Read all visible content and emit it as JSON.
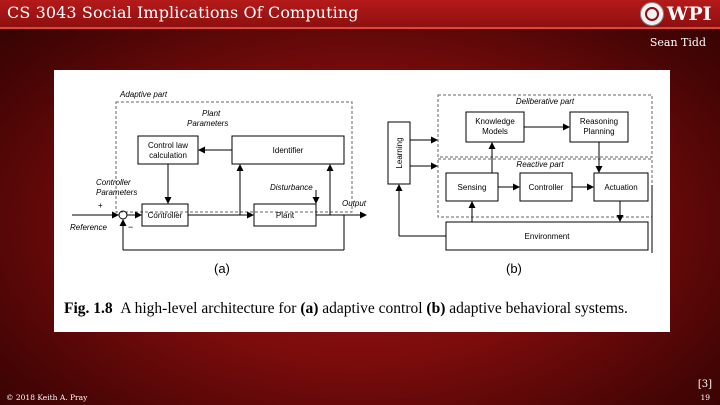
{
  "header": {
    "course_title": "CS 3043 Social Implications Of Computing",
    "logo_text": "WPI",
    "logo_icon": "wpi-seal-icon"
  },
  "author": "Sean Tidd",
  "figure": {
    "diagram_a": {
      "adaptive_part": "Adaptive part",
      "plant_parameters_1": "Plant",
      "plant_parameters_2": "Parameters",
      "control_law_1": "Control law",
      "control_law_2": "calculation",
      "identifier": "Identifier",
      "controller_parameters_1": "Controller",
      "controller_parameters_2": "Parameters",
      "plus": "+",
      "minus": "−",
      "reference": "Reference",
      "controller": "Controller",
      "plant": "Plant",
      "disturbance": "Disturbance",
      "output": "Output",
      "label": "(a)"
    },
    "diagram_b": {
      "deliberative_part": "Deliberative part",
      "knowledge_1": "Knowledge",
      "knowledge_2": "Models",
      "reasoning_1": "Reasoning",
      "reasoning_2": "Planning",
      "learning": "Learning",
      "reactive_part": "Reactive part",
      "sensing": "Sensing",
      "controller": "Controller",
      "actuation": "Actuation",
      "environment": "Environment",
      "label": "(b)"
    },
    "caption": {
      "fig_number": "Fig. 1.8",
      "text_1": "A high-level architecture for",
      "a": "(a)",
      "text_2": "adaptive control",
      "b": "(b)",
      "text_3": "adaptive behavioral systems."
    }
  },
  "footer": {
    "copyright": "© 2018 Keith A. Pray",
    "reference": "[3]",
    "page_number": "19"
  }
}
